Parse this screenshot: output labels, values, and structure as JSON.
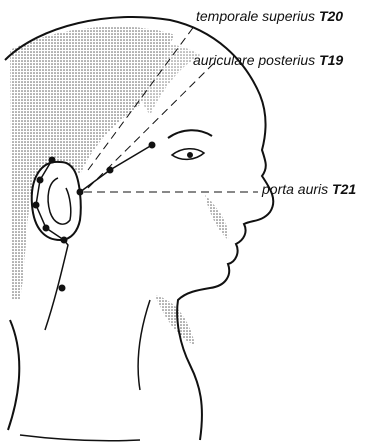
{
  "labels": {
    "temporale_superius": {
      "name": "temporale superius",
      "code": "T20"
    },
    "auriculare_posterius": {
      "name": "auriculare posterius",
      "code": "T19"
    },
    "porta_auris": {
      "name": "porta auris",
      "code": "T21"
    }
  },
  "colors": {
    "ink": "#111111",
    "shading": "#9a9a9a"
  }
}
